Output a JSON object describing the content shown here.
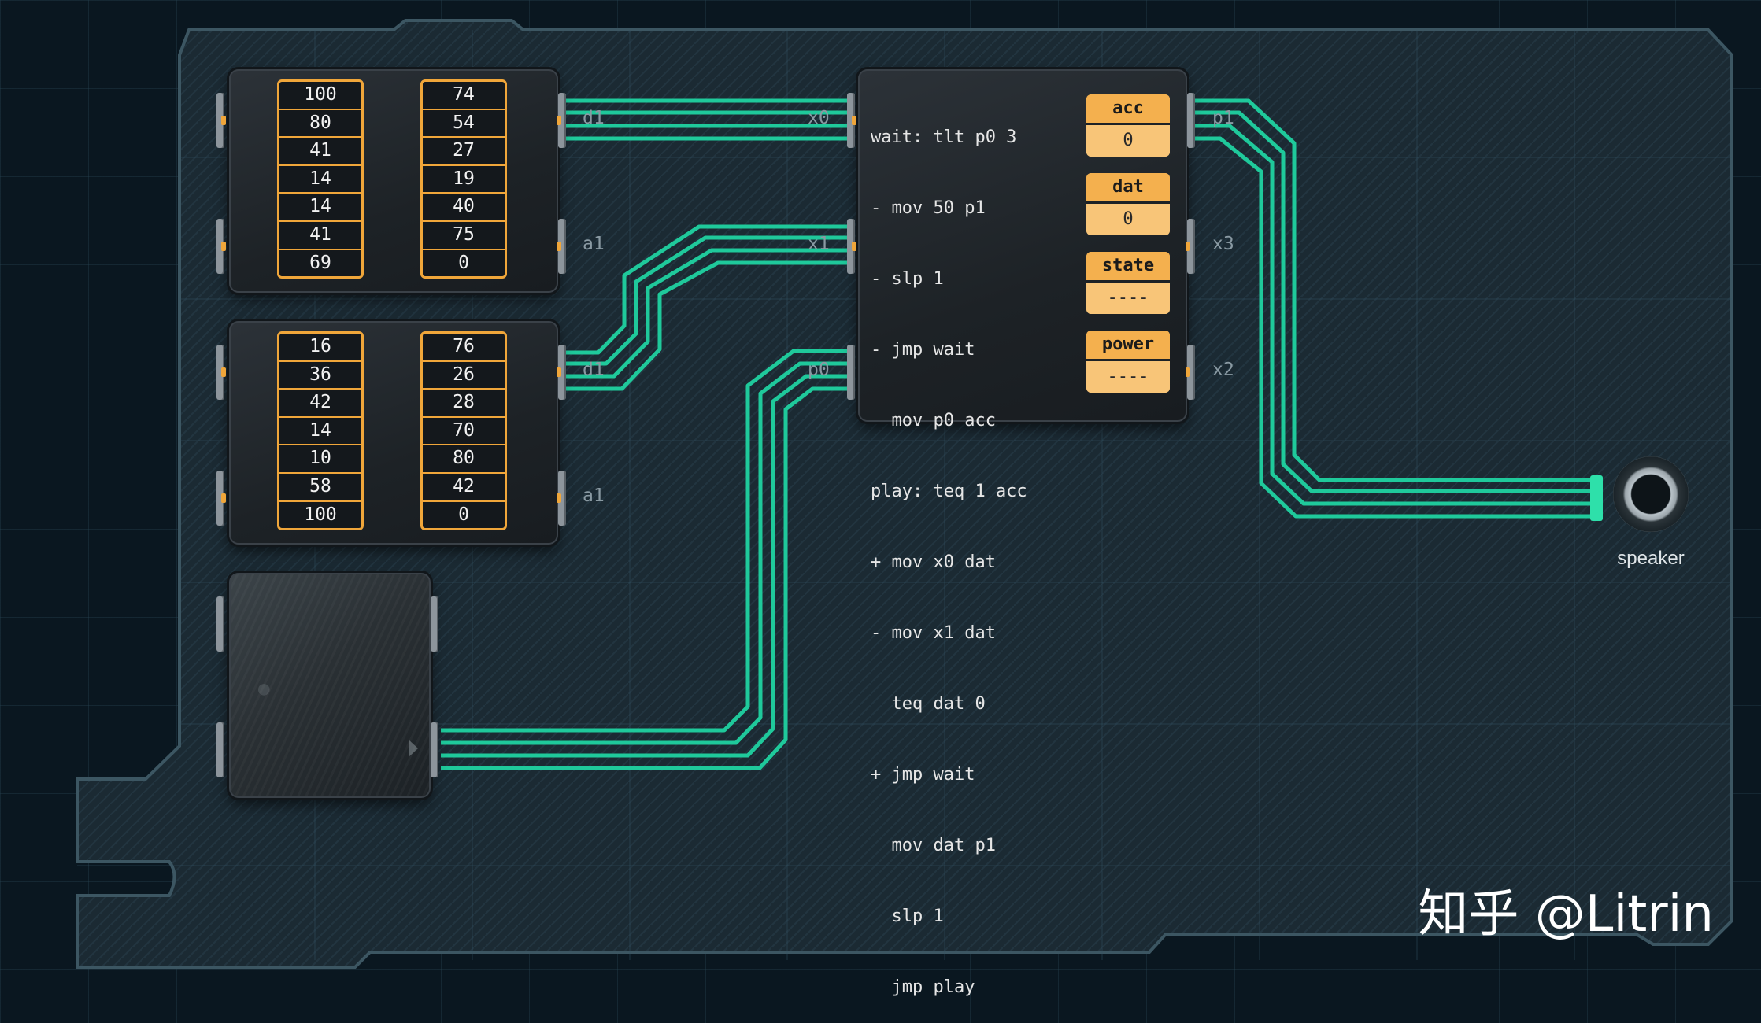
{
  "mem1": {
    "col_a": [
      "100",
      "80",
      "41",
      "14",
      "14",
      "41",
      "69"
    ],
    "col_b": [
      "74",
      "54",
      "27",
      "19",
      "40",
      "75",
      "0"
    ]
  },
  "mem2": {
    "col_a": [
      "16",
      "36",
      "42",
      "14",
      "10",
      "58",
      "100"
    ],
    "col_b": [
      "76",
      "26",
      "28",
      "70",
      "80",
      "42",
      "0"
    ]
  },
  "pin_labels": {
    "mem1_d1": "d1",
    "mem1_a1": "a1",
    "mem2_d1": "d1",
    "mem2_a1": "a1",
    "mc_x0": "x0",
    "mc_x1": "x1",
    "mc_p0": "p0",
    "mc_p1": "p1",
    "mc_x3": "x3",
    "mc_x2": "x2"
  },
  "code_lines": [
    "wait: tlt p0 3",
    "- mov 50 p1",
    "- slp 1",
    "- jmp wait",
    "  mov p0 acc",
    "play: teq 1 acc",
    "+ mov x0 dat",
    "- mov x1 dat",
    "  teq dat 0",
    "+ jmp wait",
    "  mov dat p1",
    "  slp 1",
    "  jmp play"
  ],
  "registers": [
    {
      "name": "acc",
      "value": "0"
    },
    {
      "name": "dat",
      "value": "0"
    },
    {
      "name": "state",
      "value": "----"
    },
    {
      "name": "power",
      "value": "----"
    }
  ],
  "speaker_label": "speaker",
  "watermark": "知乎 @Litrin",
  "colors": {
    "wire": "#1fc99b",
    "accent": "#f0a63a",
    "board": "#1a2a33"
  }
}
